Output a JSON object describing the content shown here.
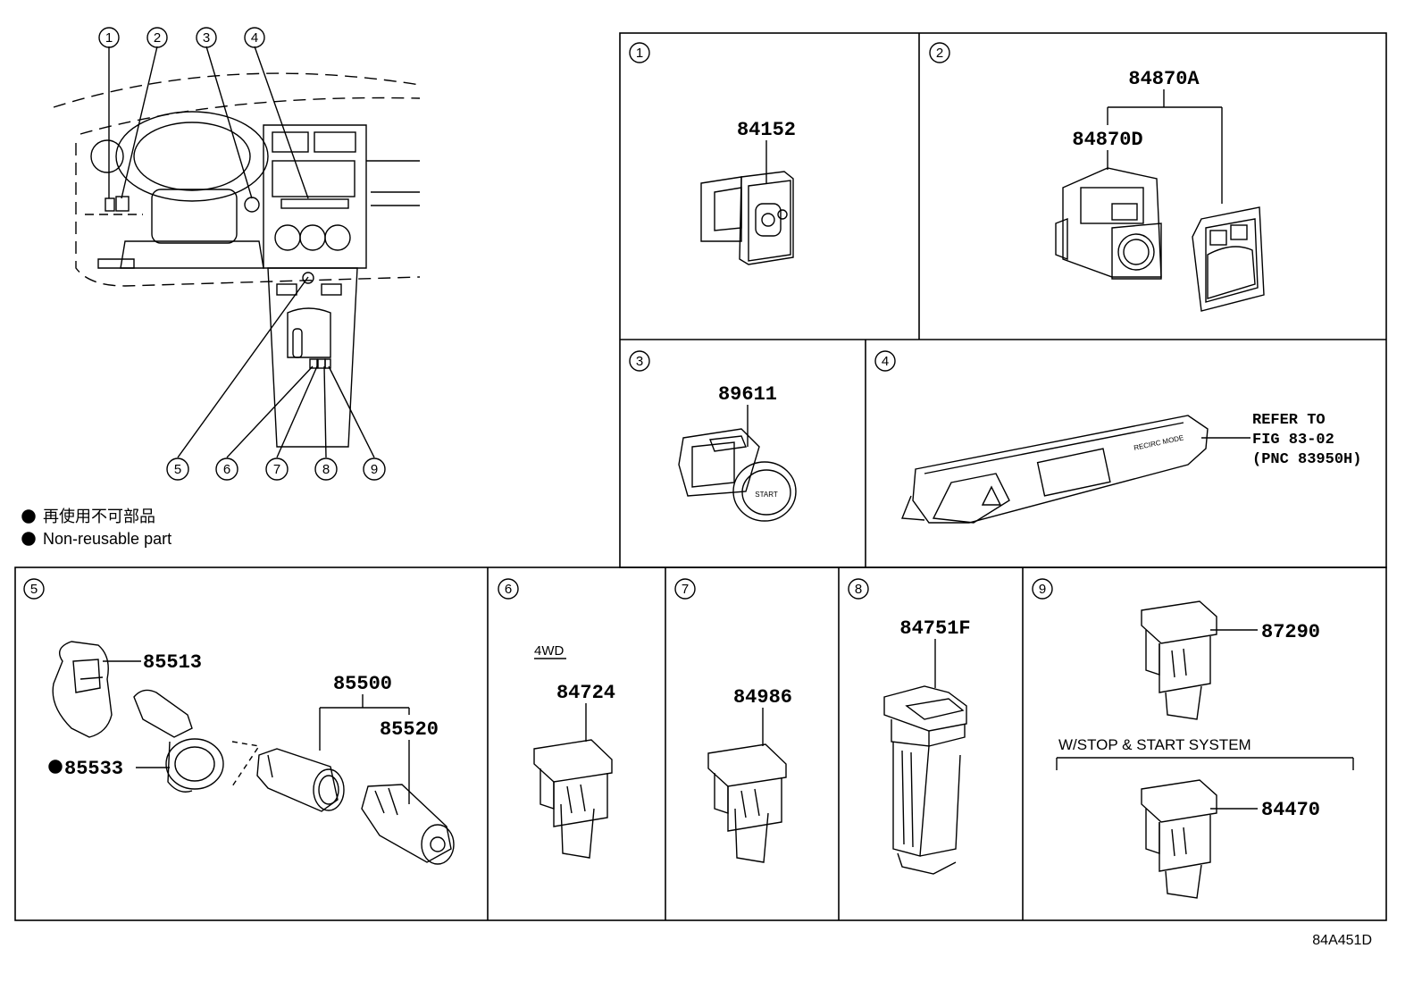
{
  "legend": {
    "line1": "再使用不可部品",
    "line2": "Non-reusable part"
  },
  "callouts": [
    "1",
    "2",
    "3",
    "4",
    "5",
    "6",
    "7",
    "8",
    "9"
  ],
  "panels": {
    "p1": {
      "num": "1",
      "part": "84152"
    },
    "p2": {
      "num": "2",
      "part_assy": "84870A",
      "part_sub": "84870D"
    },
    "p3": {
      "num": "3",
      "part": "89611"
    },
    "p4": {
      "num": "4",
      "note1": "REFER TO",
      "note2": "FIG 83-02",
      "note3": "(PNC 83950H)"
    },
    "p5": {
      "num": "5",
      "p85513": "85513",
      "p85533": "85533",
      "p85500": "85500",
      "p85520": "85520"
    },
    "p6": {
      "num": "6",
      "condition": "4WD",
      "part": "84724"
    },
    "p7": {
      "num": "7",
      "part": "84986"
    },
    "p8": {
      "num": "8",
      "part": "84751F"
    },
    "p9": {
      "num": "9",
      "part_top": "87290",
      "condition": "W/STOP & START SYSTEM",
      "part_bottom": "84470"
    }
  },
  "figure_code": "84A451D"
}
